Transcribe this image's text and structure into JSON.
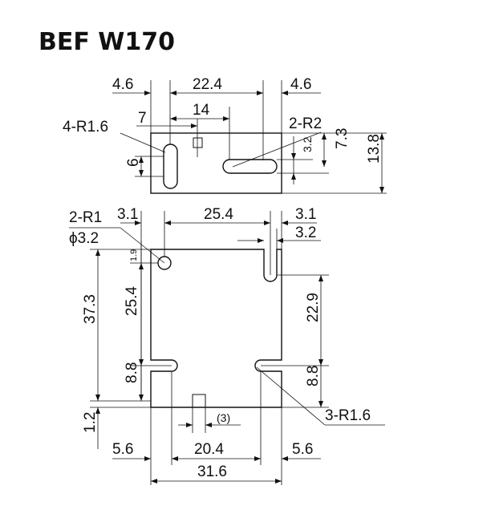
{
  "title": "BEF W170",
  "top_view": {
    "dims": {
      "left_margin": "4.6",
      "hole_span": "22.4",
      "right_margin": "4.6",
      "inner_offset": "7",
      "inner_span": "14",
      "slot_radius_label": "4-R1.6",
      "end_radius_label": "2-R2",
      "small_gap": "3.2",
      "slot_from_top": "7.3",
      "height": "13.8",
      "slot_length": "6"
    }
  },
  "front_view": {
    "dims": {
      "hole_label_1": "2-R1",
      "hole_label_2": "ϕ3.2",
      "left_offset": "3.1",
      "hole_span": "25.4",
      "right_offset": "3.1",
      "right_slot_width": "3.2",
      "hole_from_top": "1.9",
      "overall_height": "37.3",
      "left_height": "25.4",
      "right_height": "22.9",
      "left_bottom": "8.8",
      "right_bottom": "8.8",
      "notch_radius": "3-R1.6",
      "tab_width": "(3)",
      "bottom_step": "1.2",
      "bottom_left": "5.6",
      "bottom_center": "20.4",
      "bottom_right": "5.6",
      "overall_width": "31.6"
    }
  }
}
